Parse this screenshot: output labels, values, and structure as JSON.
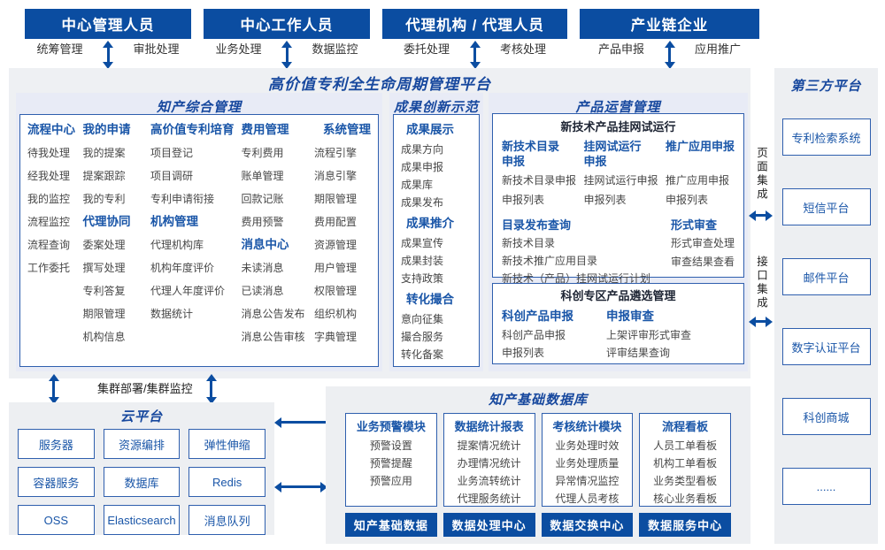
{
  "colors": {
    "primary": "#0b4da1",
    "heading_blue": "#1a56a8",
    "panel_bg": "#e8ebf6",
    "zone_bg": "#eef0f3"
  },
  "actors": [
    {
      "title": "中心管理人员",
      "left_label": "统筹管理",
      "right_label": "审批处理"
    },
    {
      "title": "中心工作人员",
      "left_label": "业务处理",
      "right_label": "数据监控"
    },
    {
      "title": "代理机构 / 代理人员",
      "left_label": "委托处理",
      "right_label": "考核处理"
    },
    {
      "title": "产业链企业",
      "left_label": "产品申报",
      "right_label": "应用推广"
    }
  ],
  "platform_title": "高价值专利全生命周期管理平台",
  "ip": {
    "title": "知产综合管理",
    "groups": {
      "flow": {
        "h": "流程中心",
        "items": [
          "待我处理",
          "经我处理",
          "我的监控",
          "流程监控",
          "流程查询",
          "工作委托"
        ]
      },
      "apply": {
        "h": "我的申请",
        "items": [
          "我的提案",
          "提案跟踪",
          "我的专利"
        ]
      },
      "agent": {
        "h": "代理协同",
        "items": [
          "委案处理",
          "撰写处理",
          "专利答复",
          "期限管理",
          "机构信息"
        ]
      },
      "hvp": {
        "h": "高价值专利培育",
        "items": [
          "项目登记",
          "项目调研",
          "专利申请衔接"
        ]
      },
      "org": {
        "h": "机构管理",
        "items": [
          "代理机构库",
          "机构年度评价",
          "代理人年度评价",
          "数据统计"
        ]
      },
      "fee": {
        "h": "费用管理",
        "items": [
          "专利费用",
          "账单管理",
          "回款记账",
          "费用预警"
        ]
      },
      "msg": {
        "h": "消息中心",
        "items": [
          "未读消息",
          "已读消息",
          "消息公告发布",
          "消息公告审核"
        ]
      },
      "sys": {
        "h": "系统管理",
        "items": [
          "流程引擎",
          "消息引擎",
          "期限管理",
          "费用配置",
          "资源管理",
          "用户管理",
          "权限管理",
          "组织机构",
          "字典管理"
        ]
      }
    }
  },
  "achv": {
    "title": "成果创新示范",
    "groups": [
      {
        "h": "成果展示",
        "items": [
          "成果方向",
          "成果申报",
          "成果库",
          "成果发布"
        ]
      },
      {
        "h": "成果推介",
        "items": [
          "成果宣传",
          "成果封装",
          "支持政策"
        ]
      },
      {
        "h": "转化撮合",
        "items": [
          "意向征集",
          "撮合服务",
          "转化备案"
        ]
      }
    ]
  },
  "prod": {
    "title": "产品运营管理",
    "trial": {
      "header": "新技术产品挂网试运行",
      "columns": [
        {
          "h_lines": [
            "新技术目录",
            "申报"
          ],
          "items": [
            "新技术目录申报",
            "申报列表"
          ]
        },
        {
          "h_lines": [
            "挂网试运行",
            "申报"
          ],
          "items": [
            "挂网试运行申报",
            "申报列表"
          ]
        },
        {
          "h_lines": [
            "推广应用申报"
          ],
          "items": [
            "推广应用申报",
            "申报列表"
          ]
        }
      ],
      "dir_query": {
        "h": "目录发布查询",
        "items": [
          "新技术目录",
          "新技术推广应用目录",
          "新技术（产品）挂网试运行计划"
        ]
      },
      "formal": {
        "h": "形式审查",
        "items": [
          "形式审查处理",
          "审查结果查看"
        ]
      }
    },
    "selection": {
      "header": "科创专区产品遴选管理",
      "apply": {
        "h": "科创产品申报",
        "items": [
          "科创产品申报",
          "申报列表"
        ]
      },
      "review": {
        "h": "申报审查",
        "items": [
          "上架评审形式审查",
          "评审结果查询"
        ]
      }
    }
  },
  "integration": {
    "page": "页面集成",
    "api": "接口集成"
  },
  "third_party": {
    "title": "第三方平台",
    "items": [
      "专利检索系统",
      "短信平台",
      "邮件平台",
      "数字认证平台",
      "科创商城",
      "......"
    ]
  },
  "cluster_label": "集群部署/集群监控",
  "cloud": {
    "title": "云平台",
    "items": [
      "服务器",
      "资源编排",
      "弹性伸缩",
      "容器服务",
      "数据库",
      "Redis",
      "OSS",
      "Elasticsearch",
      "消息队列"
    ]
  },
  "dw": {
    "title": "知产基础数据库",
    "modules": [
      {
        "h": "业务预警模块",
        "items": [
          "预警设置",
          "预警提醒",
          "预警应用"
        ]
      },
      {
        "h": "数据统计报表",
        "items": [
          "提案情况统计",
          "办理情况统计",
          "业务流转统计",
          "代理服务统计"
        ]
      },
      {
        "h": "考核统计模块",
        "items": [
          "业务处理时效",
          "业务处理质量",
          "异常情况监控",
          "代理人员考核"
        ]
      },
      {
        "h": "流程看板",
        "items": [
          "人员工单看板",
          "机构工单看板",
          "业务类型看板",
          "核心业务看板"
        ]
      }
    ],
    "bars": [
      "知产基础数据",
      "数据处理中心",
      "数据交换中心",
      "数据服务中心"
    ]
  }
}
